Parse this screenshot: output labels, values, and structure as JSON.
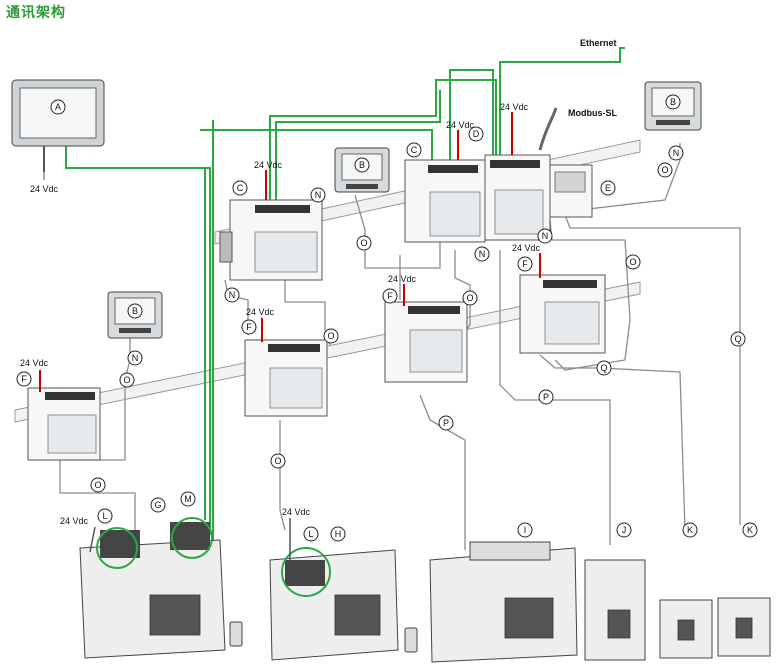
{
  "title": "通讯架构",
  "labels": {
    "ethernet": "Ethernet",
    "modbus": "Modbus-SL",
    "vdc": "24 Vdc"
  },
  "callouts": {
    "A": "A",
    "B": "B",
    "C": "C",
    "D": "D",
    "E": "E",
    "F": "F",
    "G": "G",
    "H": "H",
    "I": "I",
    "J": "J",
    "K": "K",
    "L": "L",
    "M": "M",
    "N": "N",
    "O": "O",
    "P": "P",
    "Q": "Q"
  },
  "colors": {
    "title": "#2e9a3a",
    "ethernet_cable": "#2aa845",
    "modbus_cable": "#8c8c8c"
  }
}
